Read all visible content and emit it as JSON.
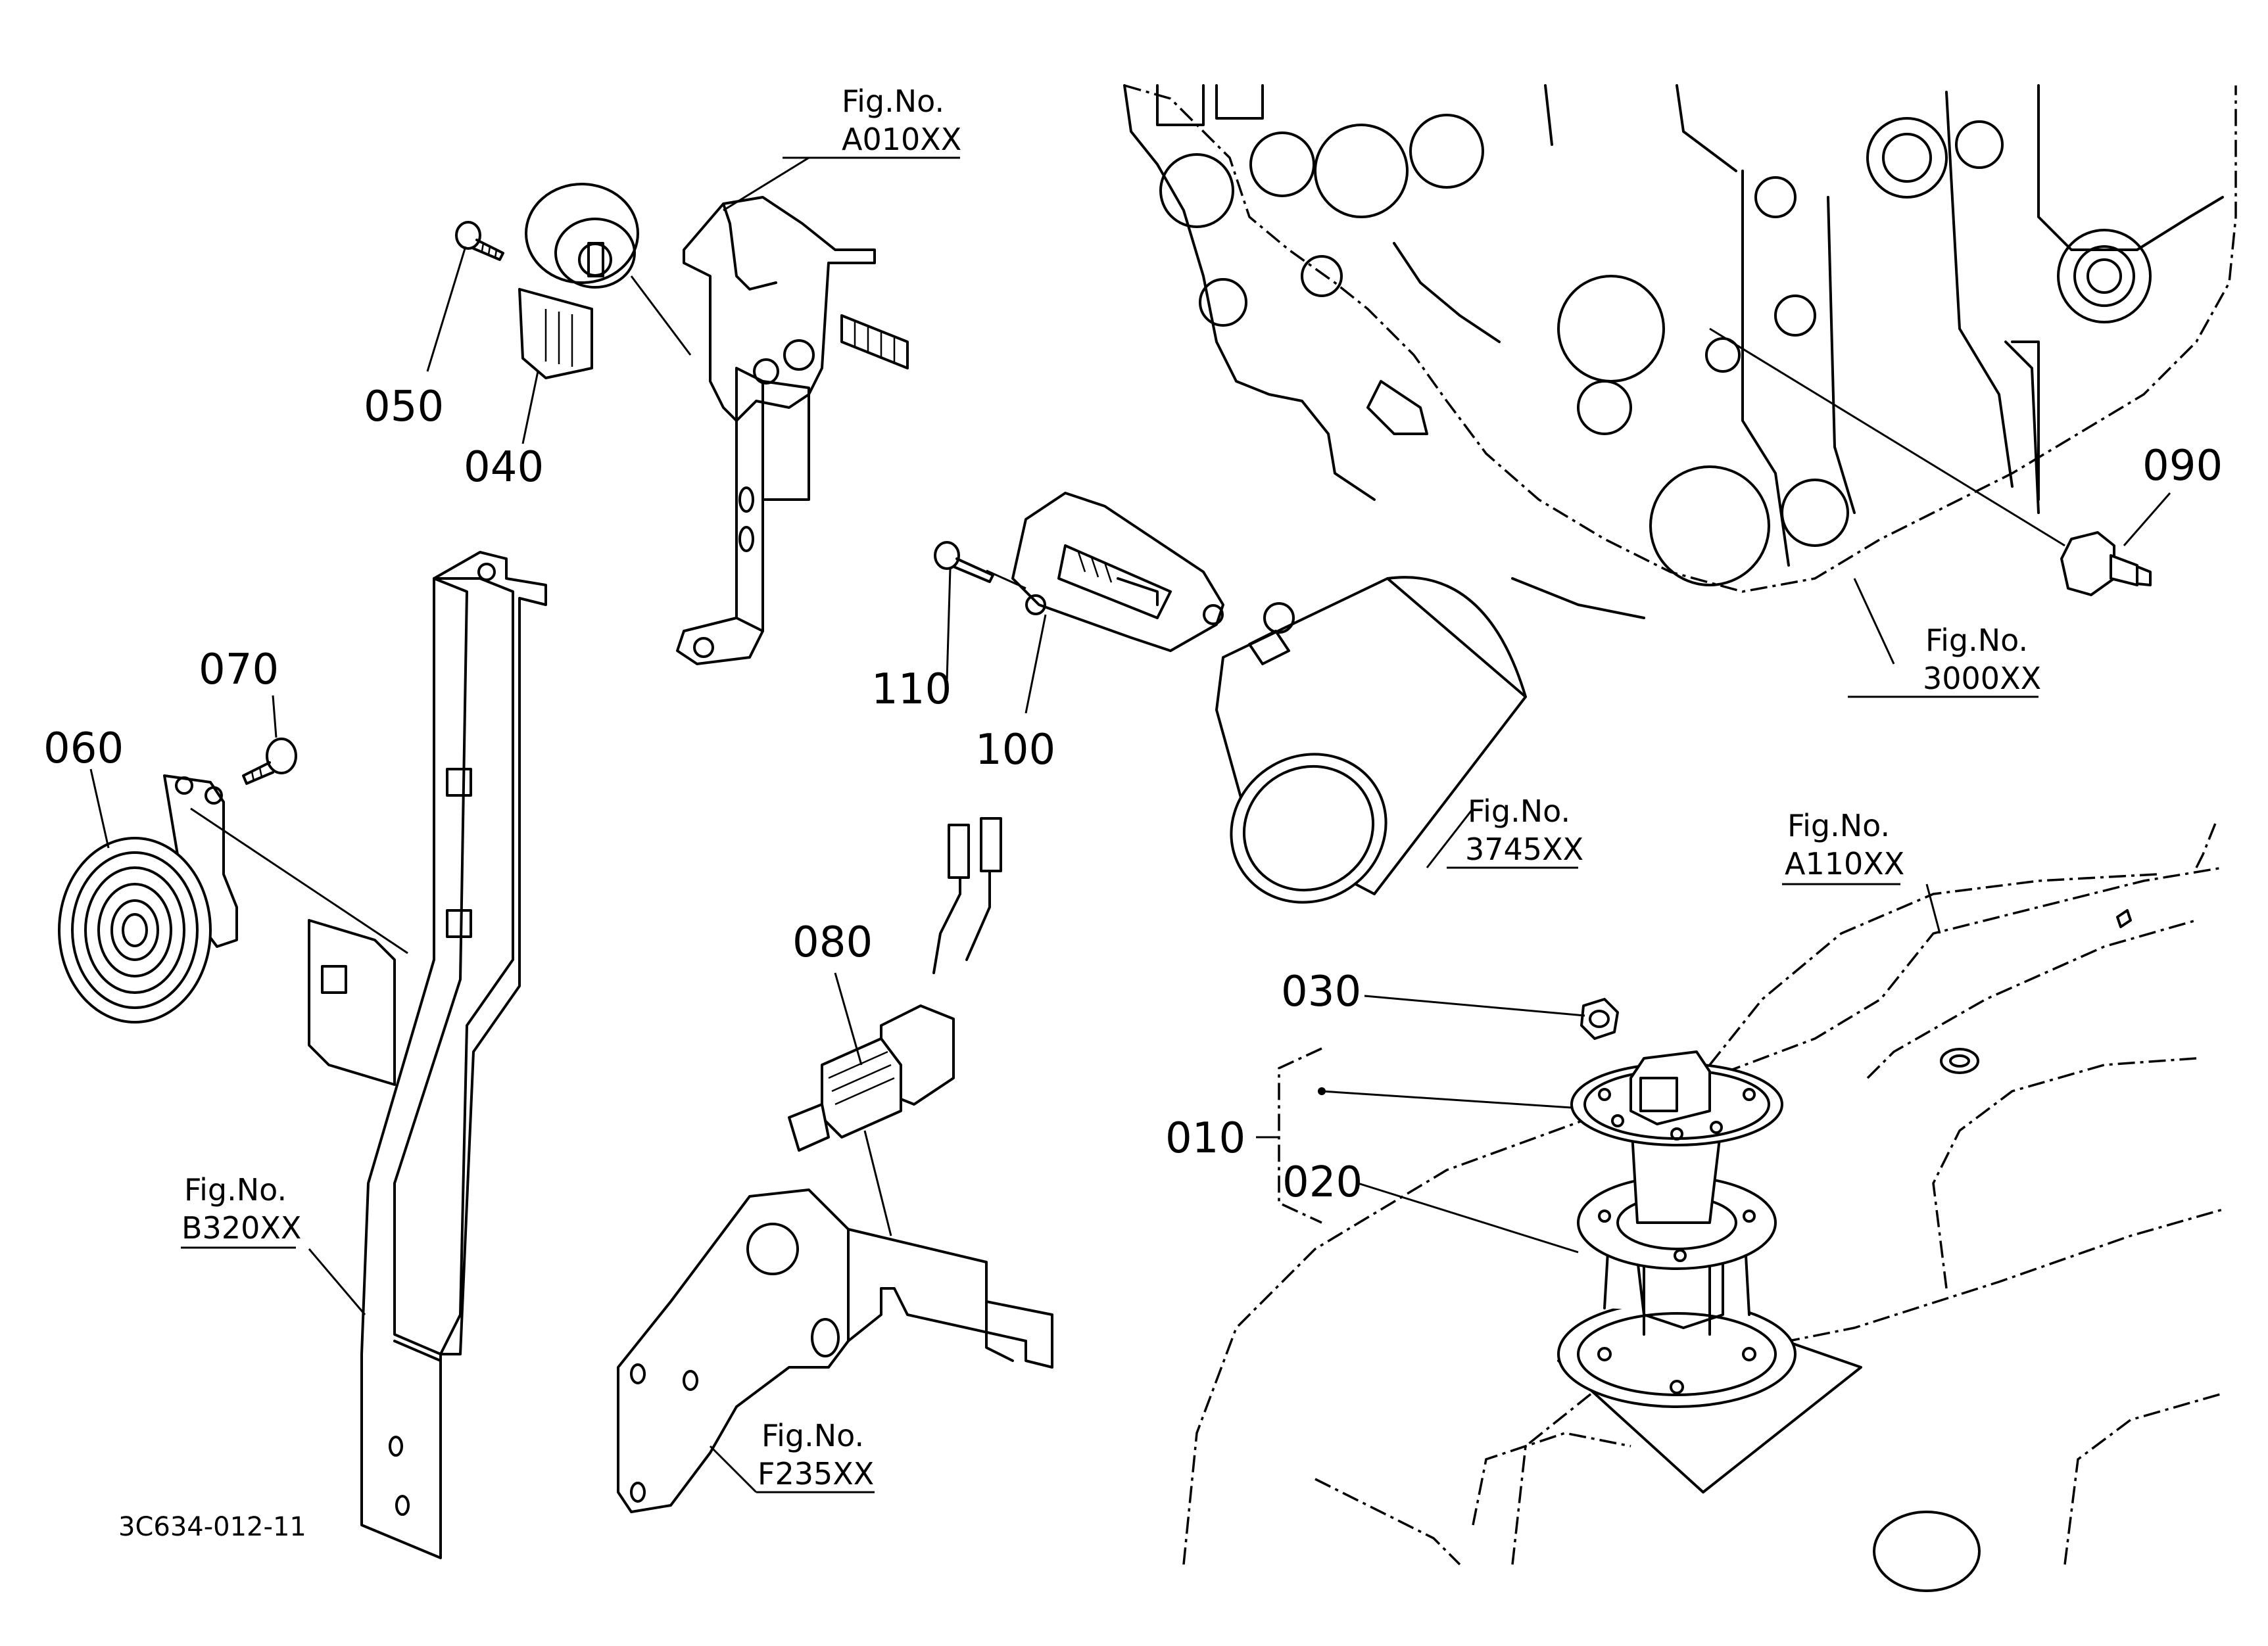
{
  "callouts": {
    "c010": "010",
    "c020": "020",
    "c030": "030",
    "c040": "040",
    "c050": "050",
    "c060": "060",
    "c070": "070",
    "c080": "080",
    "c090": "090",
    "c100": "100",
    "c110": "110"
  },
  "figure_refs": {
    "a010": {
      "prefix": "Fig.No.",
      "code": "A010XX"
    },
    "a3000": {
      "prefix": "Fig.No.",
      "code": "3000XX"
    },
    "a3745": {
      "prefix": "Fig.No.",
      "code": "3745XX"
    },
    "a110": {
      "prefix": "Fig.No.",
      "code": "A110XX"
    },
    "b320": {
      "prefix": "Fig.No.",
      "code": "B320XX"
    },
    "f235": {
      "prefix": "Fig.No.",
      "code": "F235XX"
    }
  },
  "document_id": "3C634-012-11"
}
